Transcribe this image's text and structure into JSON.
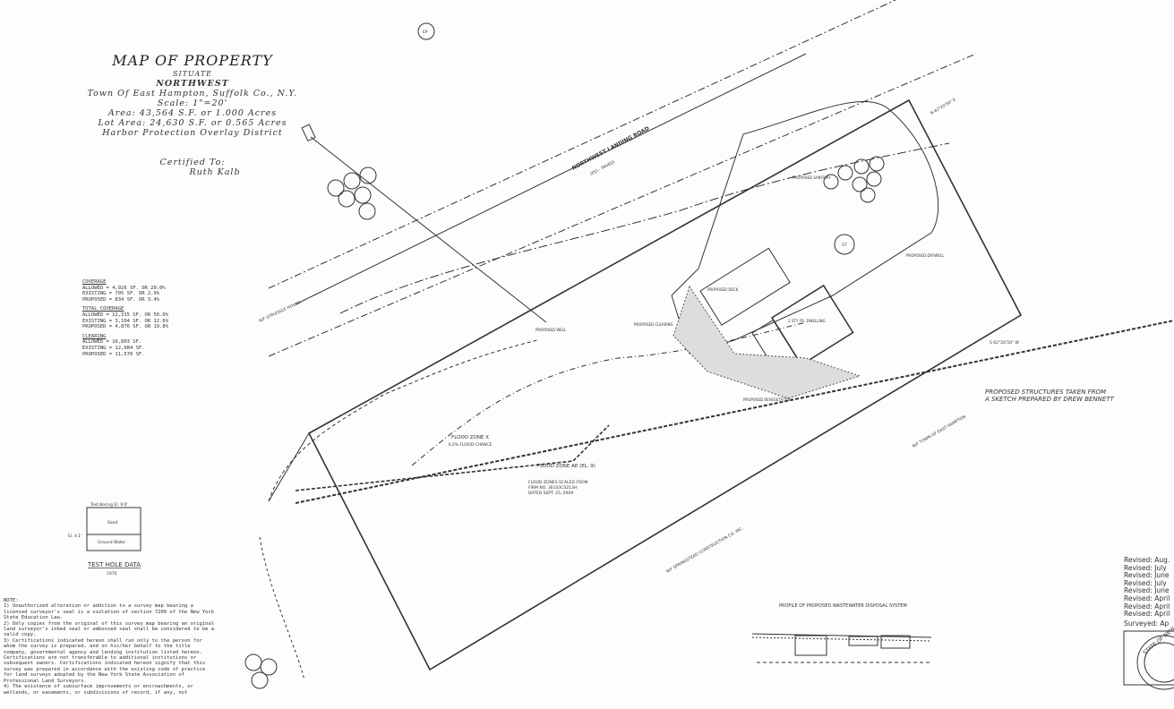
{
  "title_block": {
    "title": "MAP OF PROPERTY",
    "situate": "SITUATE",
    "place": "NORTHWEST",
    "town": "Town Of East Hampton, Suffolk Co., N.Y.",
    "scale": "Scale: 1\"=20'",
    "area": "Area: 43,564 S.F. or 1.000 Acres",
    "lot_area": "Lot Area: 24,630 S.F. or 0.565 Acres",
    "district": "Harbor Protection Overlay District",
    "certified_label": "Certified To:",
    "certified_name": "Ruth Kalb"
  },
  "coverage": {
    "h1": "COVERAGE",
    "c1": "ALLOWED = 4,926 SF. OR 20.0%",
    "c2": "EXISTING = 705 SF. OR 2.9%",
    "c3": "PROPOSED = 834 SF. OR 3.4%",
    "h2": "TOTAL COVERAGE",
    "t1": "ALLOWED = 12,315 SF. OR 50.0%",
    "t2": "EXISTING = 3,104 SF. OR 12.6%",
    "t3": "PROPOSED = 4,876 SF. OR 19.8%",
    "h3": "CLEARING",
    "k1": "ALLOWED = 10,803 SF.",
    "k2": "EXISTING = 12,084 SF.",
    "k3": "PROPOSED = 11,570 SF."
  },
  "test_hole": {
    "boring": "Test Boring El. 9.0'",
    "sand": "Sand",
    "water": "Ground Water",
    "elev": "El. 4.1'",
    "title": "TEST HOLE DATA",
    "year": "1970"
  },
  "notes": {
    "title": "NOTE:",
    "items": [
      "1) Unauthorized alteration or addition to a survey map bearing a licensed surveyor's seal is a violation of section 7209 of the New York State Education Law.",
      "2) Only copies from the original of this survey map bearing an original land surveyor's inked seal or embossed seal shall be considered to be a valid copy.",
      "3) Certifications indicated hereon shall run only to the person for whom the survey is prepared, and on his/her behalf to the title company, governmental agency and lending institution listed hereon. Certifications are not transferable to additional institutions or subsequent owners. Certifications indicated hereon signify that this survey was prepared in accordance with the existing code of practice for land surveys adopted by the New York State Association of Professional Land Surveyors.",
      "4) The existence of subsurface improvements or encroachments, or wetlands, or easements, or subdivisions of record, if any, not"
    ]
  },
  "map": {
    "road": "NORTHWEST LANDING ROAD",
    "road_sub": "(P/O - PAVED)",
    "flood_x": "FLOOD ZONE X",
    "flood_x_sub": "0.2% FLOOD CHANCE",
    "flood_ae": "FLOOD ZONE AE (EL. 9)",
    "flood_src1": "FLOOD ZONES SCALED FROM",
    "flood_src2": "FIRM NO. 36103C0213H",
    "flood_src3": "DATED SEPT. 25, 2009",
    "dwelling": "2 STY. FR. DWELLING",
    "proposed_sanitary": "PROPOSED SANITARY",
    "proposed_drywell": "PROPOSED DRYWELL",
    "proposed_deck": "PROPOSED DECK",
    "proposed_clearing": "PROPOSED CLEARING",
    "proposed_revegetation": "PROPOSED REVEGETATION",
    "proposed_well": "PROPOSED WELL",
    "ep_marker": "EP",
    "st_marker": "ST",
    "sketch_note1": "PROPOSED STRUCTURES TAKEN FROM",
    "sketch_note2": "A SKETCH PREPARED BY DREW BENNETT",
    "profile_title": "PROFILE OF PROPOSED WASTEWATER DISPOSAL SYSTEM",
    "bearing_top": "N 62°20'50\" E",
    "bearing_bottom": "S 62°20'50\" W",
    "adj_bottom": "N/F SPRINGSTEAD CONSTRUCTION CO. INC.",
    "adj_left": "N/F STRUGGLE HOUSE",
    "adj_right": "N/F TOWN OF EAST HAMPTON"
  },
  "revisions": {
    "items": [
      "Revised: Aug.",
      "Revised: July",
      "Revised: June",
      "Revised: July",
      "Revised: June",
      "Revised: April",
      "Revised: April",
      "Revised: April"
    ],
    "surveyed": "Surveyed: Ap"
  },
  "seal_text": "STATE OF NEW YORK"
}
